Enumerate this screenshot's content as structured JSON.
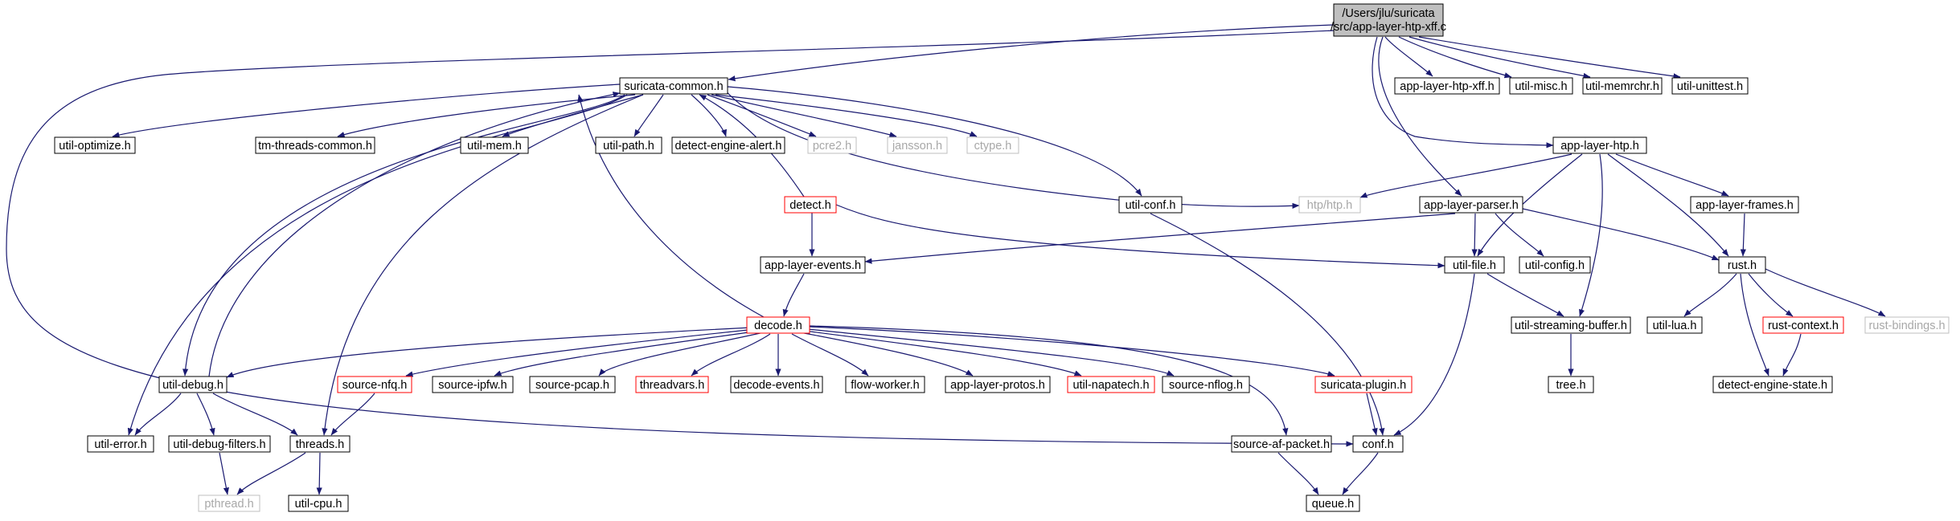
{
  "root": {
    "line1": "/Users/jlu/suricata",
    "line2": "/src/app-layer-htp-xff.c",
    "fill": "#bfbfbf"
  },
  "nodes": {
    "n_common": "suricata-common.h",
    "n_xffh": "app-layer-htp-xff.h",
    "n_misc": "util-misc.h",
    "n_memrchr": "util-memrchr.h",
    "n_unittest": "util-unittest.h",
    "n_optimize": "util-optimize.h",
    "n_tmthreads": "tm-threads-common.h",
    "n_mem": "util-mem.h",
    "n_path": "util-path.h",
    "n_dealert": "detect-engine-alert.h",
    "n_pcre2": "pcre2.h",
    "n_jansson": "jansson.h",
    "n_ctype": "ctype.h",
    "n_htp": "app-layer-htp.h",
    "n_detect": "detect.h",
    "n_utilconf": "util-conf.h",
    "n_htphtp": "htp/htp.h",
    "n_parser": "app-layer-parser.h",
    "n_frames": "app-layer-frames.h",
    "n_events": "app-layer-events.h",
    "n_file": "util-file.h",
    "n_config": "util-config.h",
    "n_rust": "rust.h",
    "n_decode": "decode.h",
    "n_stream": "util-streaming-buffer.h",
    "n_lua": "util-lua.h",
    "n_rustctx": "rust-context.h",
    "n_rustbind": "rust-bindings.h",
    "n_debug": "util-debug.h",
    "n_nfq": "source-nfq.h",
    "n_ipfw": "source-ipfw.h",
    "n_pcap": "source-pcap.h",
    "n_threadvars": "threadvars.h",
    "n_decevents": "decode-events.h",
    "n_flowworker": "flow-worker.h",
    "n_protos": "app-layer-protos.h",
    "n_napatech": "util-napatech.h",
    "n_nflog": "source-nflog.h",
    "n_plugin": "suricata-plugin.h",
    "n_tree": "tree.h",
    "n_destate": "detect-engine-state.h",
    "n_error": "util-error.h",
    "n_dbgfilters": "util-debug-filters.h",
    "n_threads": "threads.h",
    "n_afpacket": "source-af-packet.h",
    "n_conf": "conf.h",
    "n_pthread": "pthread.h",
    "n_cpu": "util-cpu.h",
    "n_queue": "queue.h"
  },
  "colors": {
    "edge": "#191970",
    "border_default": "#000000",
    "border_truncated": "#ff0000",
    "border_external": "#bfbfbf"
  }
}
